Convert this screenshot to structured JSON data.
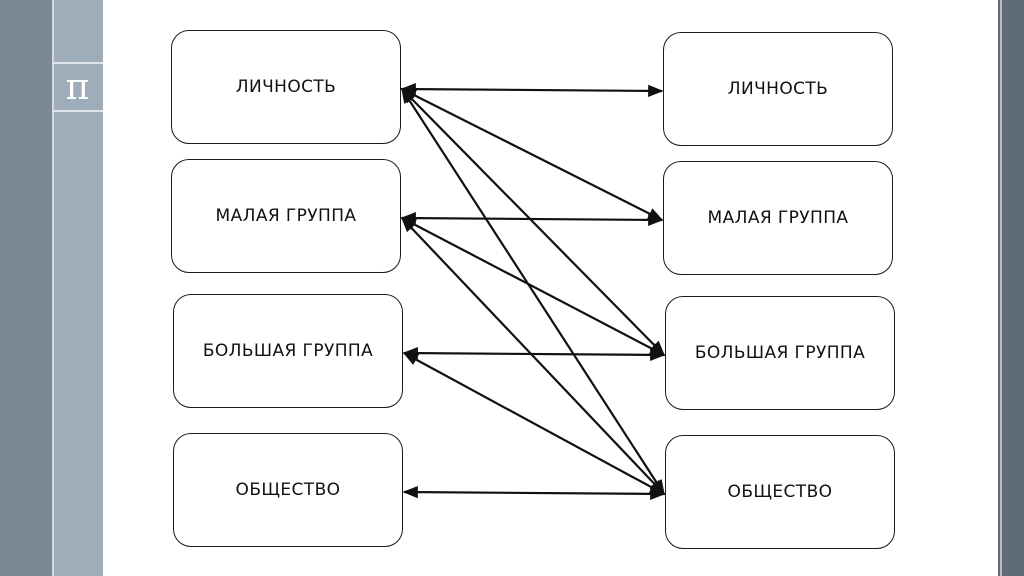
{
  "theme": {
    "stripe_left_dark": "#7c8794",
    "stripe_left_light": "#9fadbb",
    "stripe_right": "#5f6b78",
    "arrow_color": "#111111"
  },
  "badge": {
    "symbol": "π",
    "icon": "pi-icon"
  },
  "diagram": {
    "left": [
      {
        "id": "l0",
        "label": "ЛИЧНОСТЬ"
      },
      {
        "id": "l1",
        "label": "МАЛАЯ ГРУППА"
      },
      {
        "id": "l2",
        "label": "БОЛЬШАЯ ГРУППА"
      },
      {
        "id": "l3",
        "label": "ОБЩЕСТВО"
      }
    ],
    "right": [
      {
        "id": "r0",
        "label": "ЛИЧНОСТЬ"
      },
      {
        "id": "r1",
        "label": "МАЛАЯ ГРУППА"
      },
      {
        "id": "r2",
        "label": "БОЛЬШАЯ ГРУППА"
      },
      {
        "id": "r3",
        "label": "ОБЩЕСТВО"
      }
    ],
    "edges": [
      {
        "from": "l0",
        "to": "r0",
        "both": true
      },
      {
        "from": "l0",
        "to": "r1",
        "both": true
      },
      {
        "from": "l0",
        "to": "r2",
        "both": true
      },
      {
        "from": "l0",
        "to": "r3",
        "both": true
      },
      {
        "from": "l1",
        "to": "r1",
        "both": true
      },
      {
        "from": "l1",
        "to": "r2",
        "both": true
      },
      {
        "from": "l1",
        "to": "r3",
        "both": true
      },
      {
        "from": "l2",
        "to": "r2",
        "both": true
      },
      {
        "from": "l2",
        "to": "r3",
        "both": true
      },
      {
        "from": "l3",
        "to": "r3",
        "both": true
      }
    ]
  }
}
